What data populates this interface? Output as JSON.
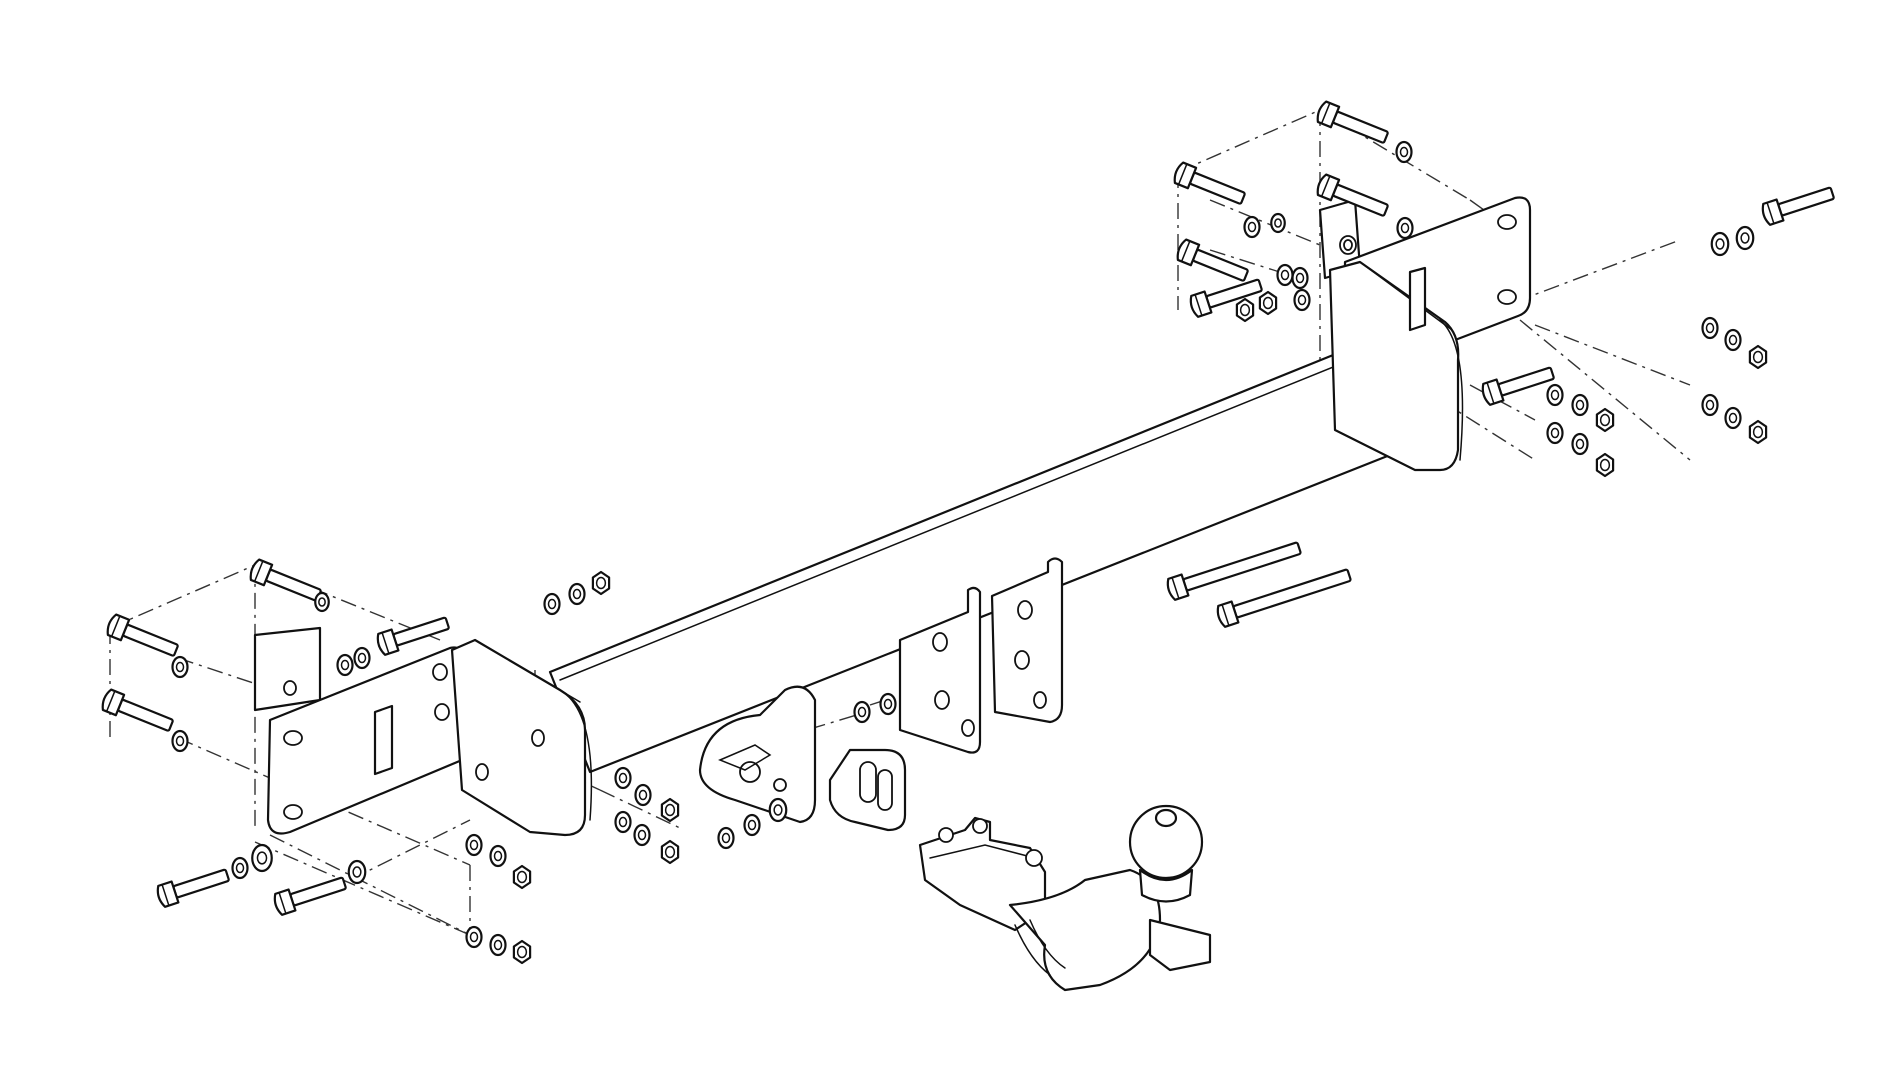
{
  "diagram": {
    "title": "",
    "labels": [],
    "colors": {
      "line": "#111111",
      "background": "#ffffff",
      "leader": "#333333"
    },
    "components": [
      "crossbar-tube",
      "left-side-bracket",
      "right-side-bracket",
      "center-mounting-brackets",
      "socket-plate",
      "detachable-tow-ball",
      "bolts",
      "washers",
      "nuts"
    ]
  }
}
